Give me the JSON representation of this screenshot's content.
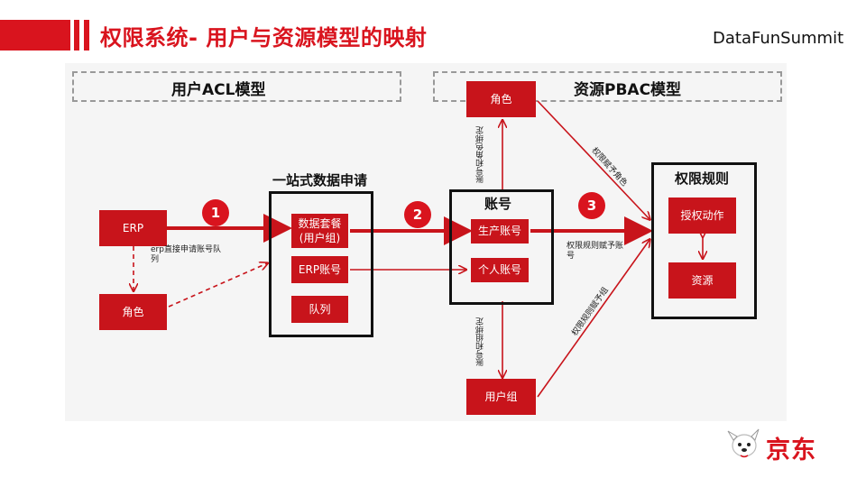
{
  "header": {
    "title": "权限系统- 用户与资源模型的映射",
    "brand": "DataFunSummit"
  },
  "colors": {
    "accent": "#d9141e",
    "box_red": "#c8141b"
  },
  "sections": {
    "acl": "用户ACL模型",
    "pbac": "资源PBAC模型"
  },
  "nodes": {
    "erp": "ERP",
    "role_left": "角色",
    "one_stop_title": "一站式数据申请",
    "data_package": "数据套餐\n(用户组)",
    "erp_account": "ERP账号",
    "queue": "队列",
    "account_title": "账号",
    "prod_account": "生产账号",
    "personal_account": "个人账号",
    "role_top": "角色",
    "user_group": "用户组",
    "perm_rule_title": "权限规则",
    "authorize_action": "授权动作",
    "resource": "资源"
  },
  "steps": [
    "1",
    "2",
    "3"
  ],
  "edge_labels": {
    "erp_apply": "erp直接申请账号队列",
    "account_role": "账号和角色绑定",
    "account_group": "账号和组绑定",
    "perm_role": "权限赋予角色",
    "perm_account": "权限规则赋予账号",
    "perm_group": "权限规则赋予组"
  },
  "logo": {
    "text": "京东",
    "icon": "jd-dog-mascot-icon"
  }
}
